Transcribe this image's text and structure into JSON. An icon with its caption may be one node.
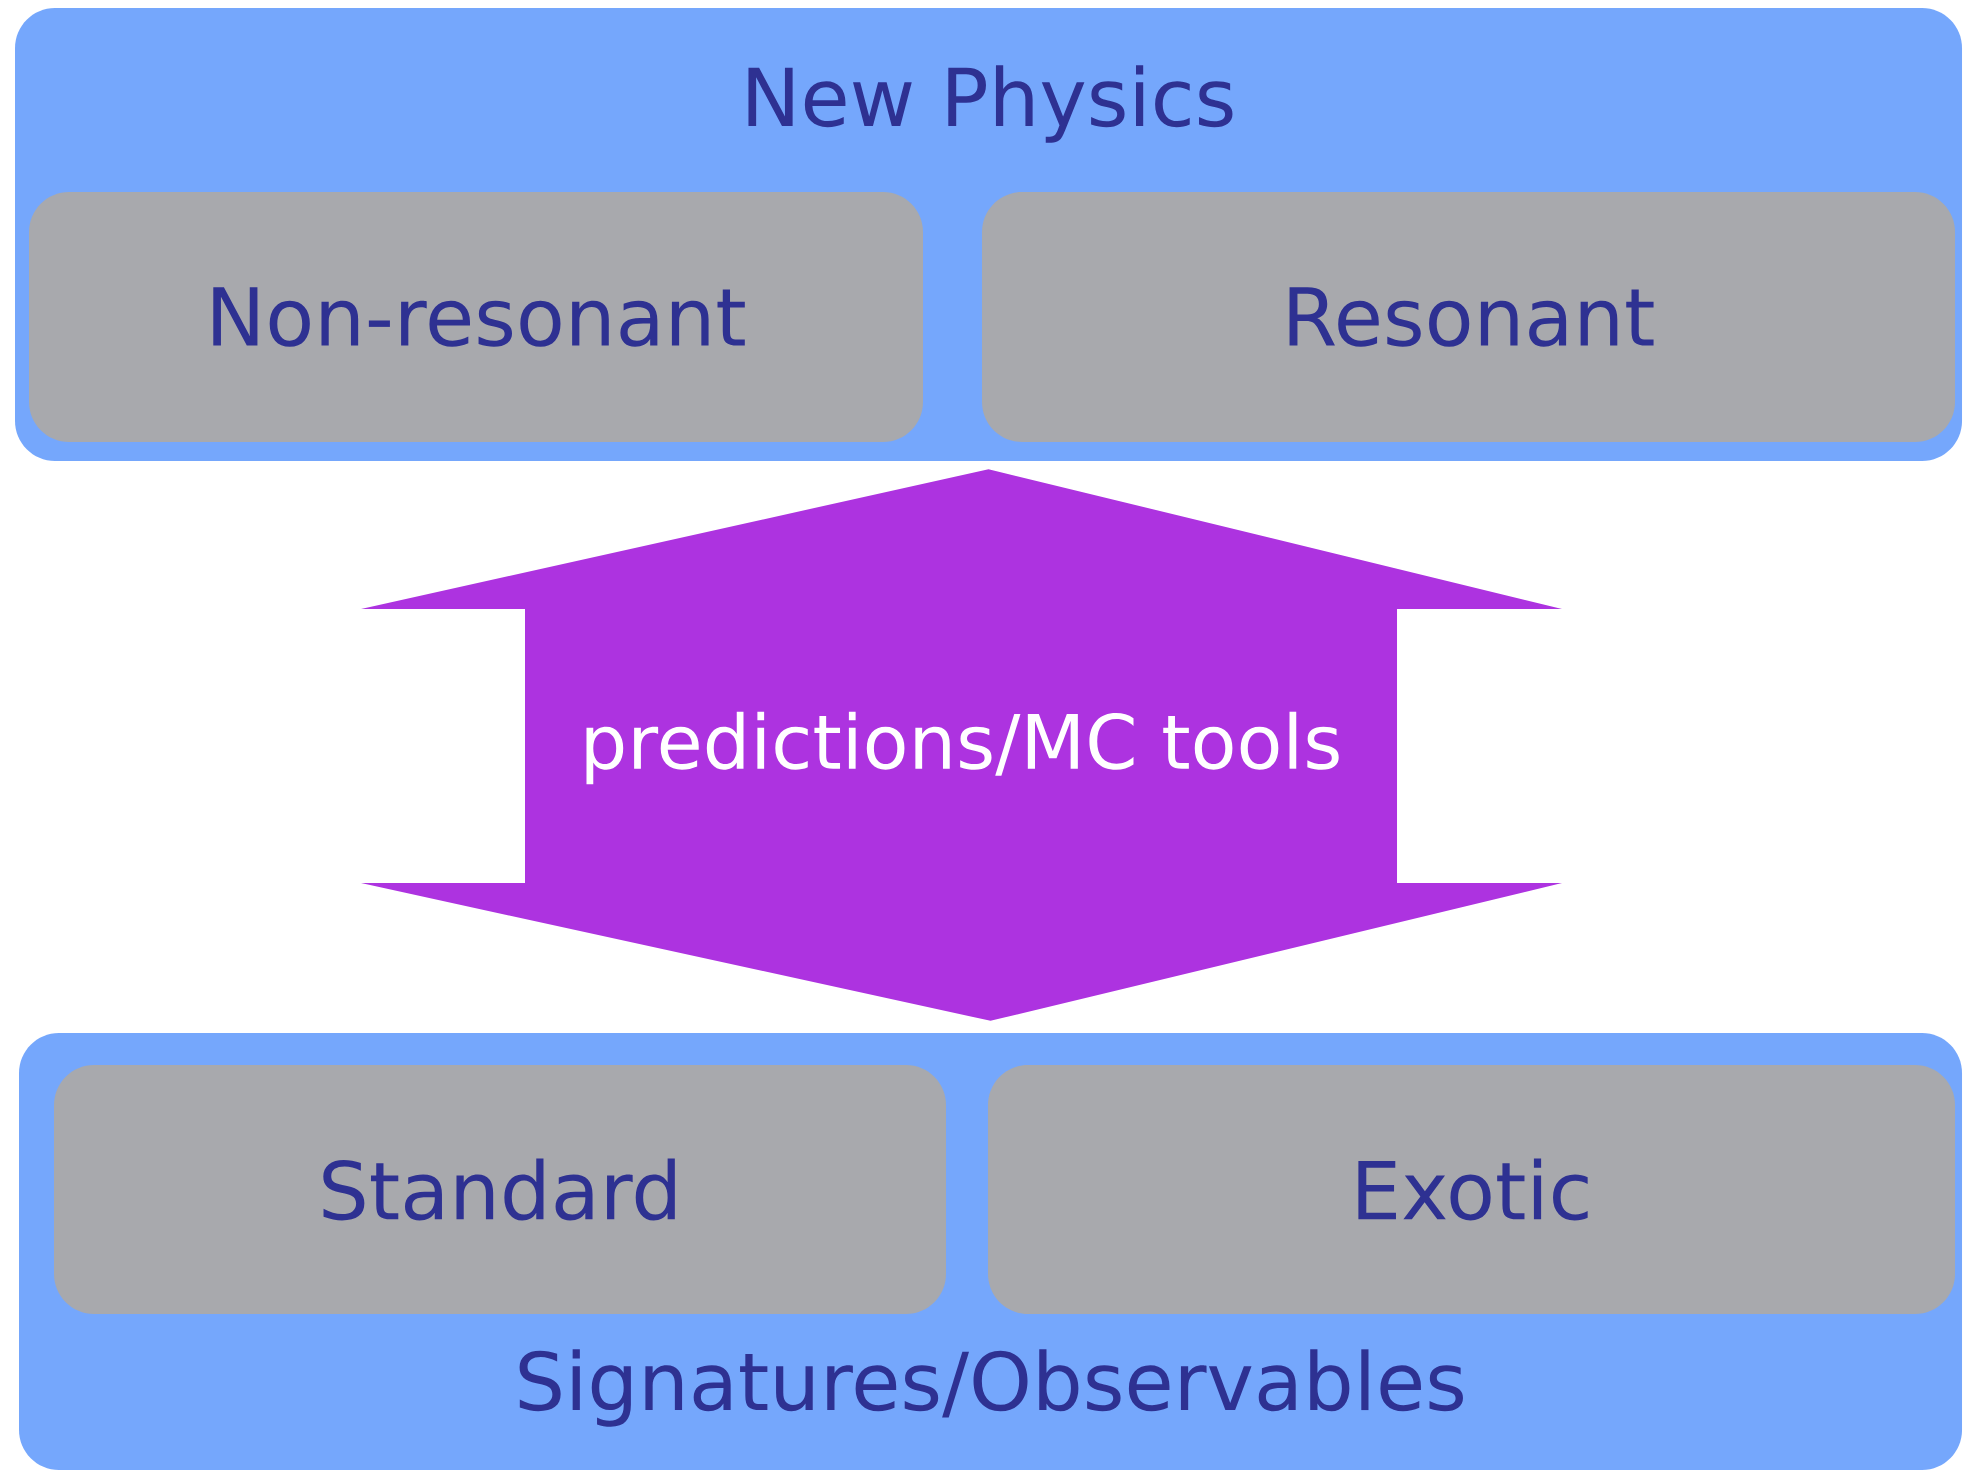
{
  "diagram": {
    "nodes": [
      {
        "text": [
          "New Physics"
        ]
      },
      {
        "text": [
          "Non-resonant"
        ],
        "in": 0
      },
      {
        "text": [
          "Resonant"
        ],
        "in": 0
      },
      {
        "text": [
          "Signatures/Observables"
        ]
      },
      {
        "text": [
          "Standard"
        ],
        "in": 3
      },
      {
        "text": [
          "Exotic"
        ],
        "in": 3
      }
    ],
    "edges": [
      {
        "from": 0,
        "to": 3,
        "arrow": "both",
        "label": "predictions/MC tools"
      }
    ]
  }
}
